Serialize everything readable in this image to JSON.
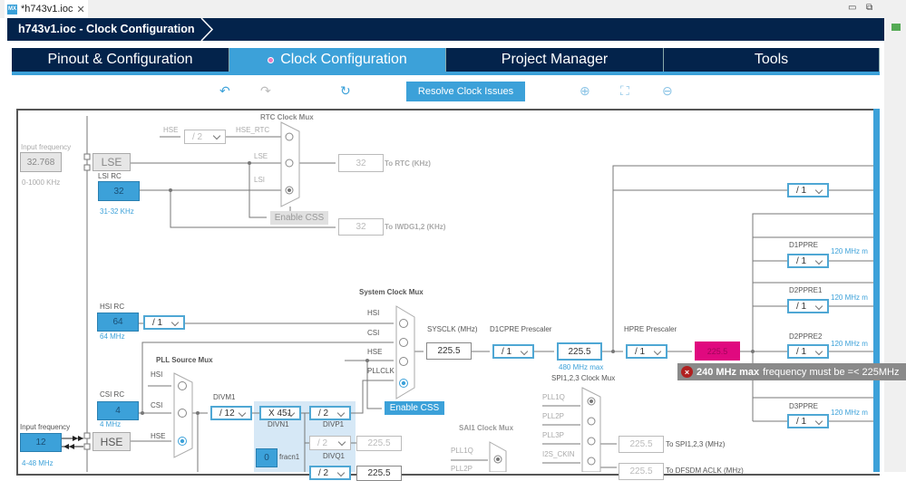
{
  "file_tab": {
    "icon": "MX",
    "label": "*h743v1.ioc"
  },
  "breadcrumb": "h743v1.ioc - Clock Configuration",
  "main_tabs": [
    {
      "label": "Pinout & Configuration"
    },
    {
      "label": "Clock Configuration",
      "active": true
    },
    {
      "label": "Project Manager"
    },
    {
      "label": "Tools"
    }
  ],
  "toolbar": {
    "resolve": "Resolve Clock Issues",
    "icons": [
      "undo-icon",
      "redo-icon",
      "refresh-icon",
      "zoom-in-icon",
      "fit-icon",
      "zoom-out-icon"
    ]
  },
  "accent": "#3ca1d9",
  "navy": "#03234b",
  "error": "#e0097f",
  "lse_input": {
    "label": "Input frequency",
    "value": "32.768",
    "range": "0-1000 KHz",
    "src": "LSE"
  },
  "lsi": {
    "label": "LSI RC",
    "value": "32",
    "range": "31-32 KHz"
  },
  "rtc": {
    "title": "RTC Clock Mux",
    "hse": "HSE",
    "div": "/ 2",
    "hse_rtc": "HSE_RTC",
    "lse": "LSE",
    "lsi": "LSI",
    "enable_css": "Enable CSS",
    "rtc_value": "32",
    "rtc_label": "To RTC (KHz)",
    "iwdg_value": "32",
    "iwdg_label": "To IWDG1,2 (KHz)"
  },
  "hsi": {
    "label": "HSI RC",
    "value": "64",
    "range": "64 MHz",
    "div": "/ 1"
  },
  "csi": {
    "label": "CSI RC",
    "value": "4",
    "range": "4 MHz"
  },
  "hse_input": {
    "label": "Input frequency",
    "value": "12",
    "range": "4-48 MHz",
    "src": "HSE"
  },
  "pll_mux": {
    "title": "PLL Source Mux",
    "hsi": "HSI",
    "csi": "CSI",
    "hse": "HSE"
  },
  "sys_mux": {
    "title": "System Clock Mux",
    "hsi": "HSI",
    "csi": "CSI",
    "hse": "HSE",
    "pllclk": "PLLCLK",
    "enable_css": "Enable CSS"
  },
  "pll1": {
    "divm_label": "DIVM1",
    "divm": "/ 12",
    "divn": "X 451",
    "divn_label": "DIVN1",
    "divp": "/ 2",
    "divp_label": "DIVP1",
    "divq": "/ 2",
    "divq_label": "DIVQ1",
    "divq_value": "225.5",
    "fracn": "0",
    "fracn_label": "fracn1",
    "divr": "/ 2",
    "divr_value": "225.5"
  },
  "sysclk": {
    "label": "SYSCLK (MHz)",
    "value": "225.5"
  },
  "d1cpre": {
    "label": "D1CPRE Prescaler",
    "div": "/ 1",
    "value": "225.5",
    "max": "480 MHz max"
  },
  "hpre": {
    "label": "HPRE Prescaler",
    "div": "/ 1",
    "value": "225.5"
  },
  "top_div": "/ 1",
  "d1ppre": {
    "label": "D1PPRE",
    "div": "/ 1",
    "max": "120 MHz m"
  },
  "d2ppre1": {
    "label": "D2PPRE1",
    "div": "/ 1",
    "max": "120 MHz m"
  },
  "d2ppre2": {
    "label": "D2PPRE2",
    "div": "/ 1",
    "max": "120 MHz m"
  },
  "d3ppre": {
    "label": "D3PPRE",
    "div": "/ 1",
    "max": "120 MHz m"
  },
  "tooltip": {
    "bold": "240 MHz max",
    "text": "frequency must be =< 225MHz"
  },
  "spi_mux": {
    "title": "SPI1,2,3 Clock Mux",
    "inputs": [
      "PLL1Q",
      "PLL2P",
      "PLL3P",
      "I2S_CKIN"
    ],
    "spi_value": "225.5",
    "spi_label": "To SPI1,2,3 (MHz)",
    "dfsdm_value": "225.5",
    "dfsdm_label": "To DFSDM ACLK (MHz)"
  },
  "sai_mux": {
    "title": "SAI1 Clock Mux",
    "inputs": [
      "PLL1Q",
      "PLL2P"
    ]
  }
}
